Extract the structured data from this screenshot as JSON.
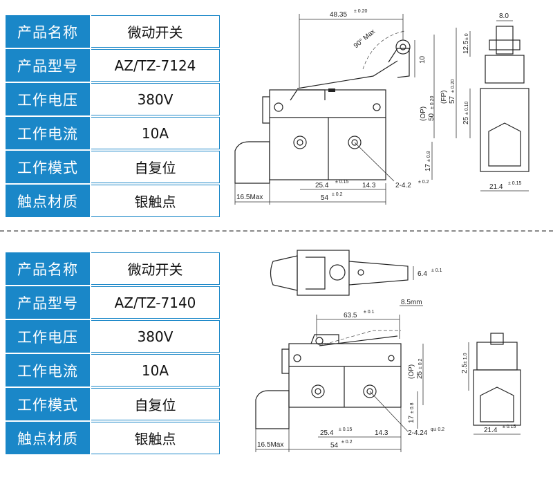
{
  "spec_labels": {
    "name": "产品名称",
    "model": "产品型号",
    "voltage": "工作电压",
    "current": "工作电流",
    "mode": "工作模式",
    "contact": "触点材质"
  },
  "products": [
    {
      "name": "微动开关",
      "model": "AZ/TZ-7124",
      "voltage": "380V",
      "current": "10A",
      "mode": "自复位",
      "contact": "银触点"
    },
    {
      "name": "微动开关",
      "model": "AZ/TZ-7140",
      "voltage": "380V",
      "current": "10A",
      "mode": "自复位",
      "contact": "银触点"
    }
  ],
  "drawing1": {
    "d_48": "48.35",
    "t_48": "± 0.20",
    "d_90": "90° Max",
    "d_10": "10",
    "d_fp": "(FP)",
    "d_57": "57",
    "t_57": "± 0.20",
    "d_op": "(OP)",
    "d_50": "50",
    "t_50": "± 0.20",
    "d_17": "17",
    "t_17": "± 0.8",
    "d_254": "25.4",
    "t_254": "± 0.15",
    "d_143": "14.3",
    "d_242": "2-4.2",
    "t_242": "± 0.2",
    "d_165": "16.5Max",
    "d_54": "54",
    "t_54": "± 0.2",
    "d_80": "8.0",
    "d_125": "12.5",
    "t_125": "± 0",
    "d_25": "25",
    "t_25": "± 0.10",
    "d_214": "21.4",
    "t_214": "± 0.15"
  },
  "drawing2": {
    "d_64": "6.4",
    "t_64": "± 0.1",
    "d_85": "8.5mm",
    "d_635": "63.5",
    "t_635": "± 0.1",
    "d_op": "(OP)",
    "d_25": "25",
    "t_25": "± 0.2",
    "d_17": "17",
    "t_17": "± 0.8",
    "d_254": "25.4",
    "t_254": "± 0.15",
    "d_143": "14.3",
    "d_2424": "2-4.24",
    "t_2424": "φ± 0.2",
    "d_165": "16.5Max",
    "d_54": "54",
    "t_54": "± 0.2",
    "d_25b": "2.5",
    "t_25b": "± 1.0",
    "d_214": "21.4",
    "t_214": "± 0.15"
  }
}
